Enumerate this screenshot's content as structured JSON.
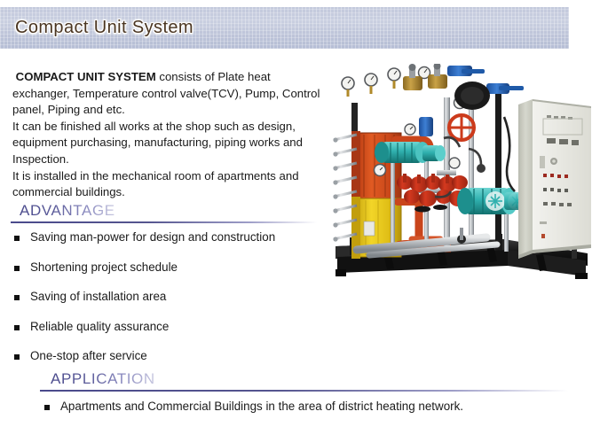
{
  "header": {
    "title": "Compact Unit System",
    "bar_color": "#c3c9dc"
  },
  "intro": {
    "lead": "COMPACT UNIT SYSTEM",
    "line1_rest": " consists of Plate heat exchanger, Temperature control valve(TCV), Pump, Control panel, Piping and etc.",
    "line2": " It can be finished all works at the shop such as design, equipment purchasing, manufacturing, piping works and Inspection.",
    "line3": " It is installed in the mechanical room of apartments and commercial buildings."
  },
  "advantage": {
    "heading": "ADVANTAGE",
    "items": [
      "Saving man-power for design and construction",
      "Shortening project schedule",
      "Saving of installation area",
      "Reliable quality assurance",
      "One-stop after service"
    ]
  },
  "application": {
    "heading": "APPLICATION",
    "items": [
      "Apartments and Commercial Buildings in the area of district heating network."
    ]
  },
  "photo": {
    "alt": "Compact unit system skid with plate heat exchangers, pumps, valves and control panel",
    "colors": {
      "heat_exchanger_top": "#d9521f",
      "heat_exchanger_bottom": "#e8c21a",
      "pump": "#2fb0ae",
      "valves": "#c0301c",
      "pipe": "#b9bcc0",
      "frame": "#141414",
      "control_panel": "#cfd0c6"
    }
  }
}
